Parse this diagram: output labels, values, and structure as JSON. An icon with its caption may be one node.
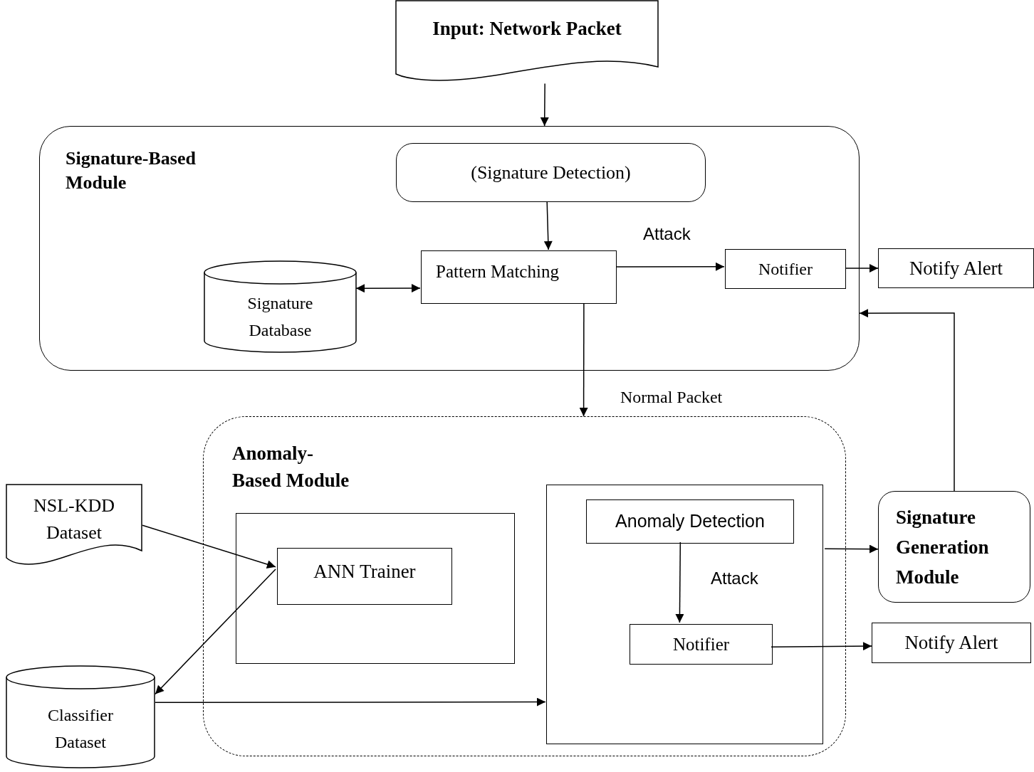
{
  "diagram": {
    "nodes": [
      {
        "text": [
          "Input: Network Packet"
        ]
      },
      {
        "text": [
          "Signature-Based Module"
        ]
      },
      {
        "text": [
          "(Signature Detection)"
        ],
        "in": 1
      },
      {
        "text": [
          "Pattern Matching"
        ],
        "in": 1
      },
      {
        "text": [
          "Signature Database"
        ],
        "in": 1
      },
      {
        "text": [
          "Notifier"
        ],
        "in": 1
      },
      {
        "text": [
          "Notify Alert"
        ]
      },
      {
        "text": [
          "Anomaly-Based Module"
        ]
      },
      {
        "text": [],
        "shape": "box",
        "in": 7
      },
      {
        "text": [
          "ANN Trainer"
        ],
        "in": 8
      },
      {
        "text": [],
        "shape": "box",
        "in": 7
      },
      {
        "text": [
          "Anomaly Detection"
        ],
        "in": 10
      },
      {
        "text": [
          "Notifier"
        ],
        "in": 10
      },
      {
        "text": [
          "Notify Alert"
        ]
      },
      {
        "text": [
          "Signature Generation Module"
        ]
      },
      {
        "text": [
          "NSL-KDD Dataset"
        ]
      },
      {
        "text": [
          "Classifier Dataset"
        ]
      }
    ],
    "edges": [
      {
        "from": 0,
        "to": 1,
        "arrow": "to"
      },
      {
        "from": 2,
        "to": 3,
        "arrow": "to"
      },
      {
        "from": 4,
        "to": 3,
        "arrow": "both"
      },
      {
        "from": 3,
        "to": 5,
        "arrow": "to",
        "label": "Attack"
      },
      {
        "from": 5,
        "to": 6,
        "arrow": "to"
      },
      {
        "from": 3,
        "to": 7,
        "arrow": "to",
        "label": "Normal Packet"
      },
      {
        "from": 15,
        "to": 9,
        "arrow": "to"
      },
      {
        "from": 9,
        "to": 16,
        "arrow": "to"
      },
      {
        "from": 16,
        "to": 10,
        "arrow": "to"
      },
      {
        "from": 11,
        "to": 12,
        "arrow": "to",
        "label": "Attack"
      },
      {
        "from": 12,
        "to": 13,
        "arrow": "to"
      },
      {
        "from": 10,
        "to": 14,
        "arrow": "to"
      },
      {
        "from": 14,
        "to": 1,
        "arrow": "to"
      }
    ]
  }
}
